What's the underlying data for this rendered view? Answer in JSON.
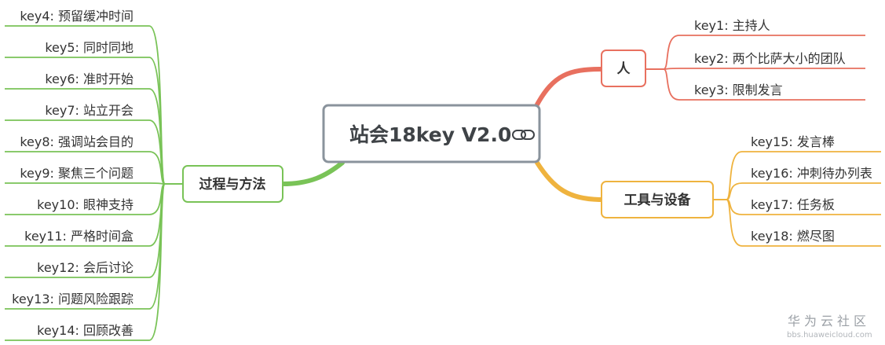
{
  "central": {
    "title": "站会18key V2.0",
    "icon": "link-icon"
  },
  "branches": {
    "people": {
      "label": "人",
      "color": "#e8705f",
      "leaves": [
        "key1: 主持人",
        "key2: 两个比萨大小的团队",
        "key3: 限制发言"
      ]
    },
    "tools": {
      "label": "工具与设备",
      "color": "#efb33e",
      "leaves": [
        "key15: 发言棒",
        "key16: 冲刺待办列表",
        "key17: 任务板",
        "key18: 燃尽图"
      ]
    },
    "process": {
      "label": "过程与方法",
      "color": "#79c357",
      "leaves": [
        "key4: 预留缓冲时间",
        "key5: 同时同地",
        "key6: 准时开始",
        "key7: 站立开会",
        "key8: 强调站会目的",
        "key9: 聚焦三个问题",
        "key10: 眼神支持",
        "key11: 严格时间盒",
        "key12: 会后讨论",
        "key13: 问题风险跟踪",
        "key14: 回顾改善"
      ]
    }
  },
  "watermark": {
    "main": "华为云社区",
    "sub": "bbs.huaweicloud.com"
  }
}
